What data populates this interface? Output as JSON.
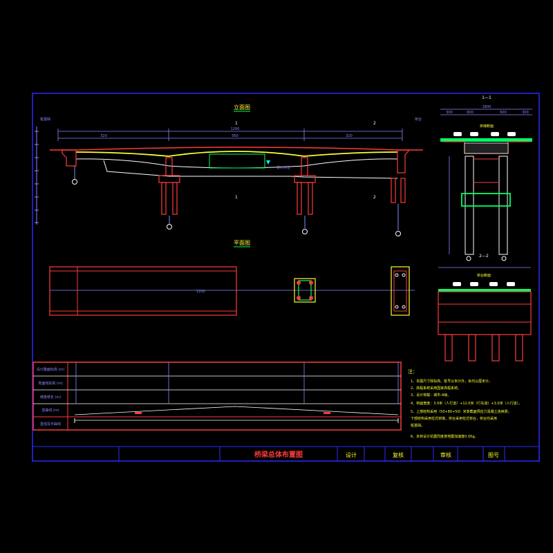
{
  "drawing": {
    "title": "桥梁总体布置图",
    "views": {
      "elevation": "立面图",
      "plan": "平面图",
      "section_1": "1—1",
      "section_2": "2—2",
      "section_1_label": "桥墩断面",
      "section_2_label": "桥台断面"
    },
    "labels": {
      "left_end": "桩基础",
      "right_end": "桥台",
      "waterline": "设计水位",
      "total_length": "1200",
      "span_left": "320",
      "span_mid": "560",
      "span_right": "320",
      "cut_1": "1",
      "cut_2": "2",
      "width_total": "1800",
      "width_a": "300",
      "width_b": "600",
      "width_c": "600",
      "width_d": "300",
      "plan_width": "1200"
    },
    "profile_rows": [
      "设计路面标高 (m)",
      "地面线标高 (m)",
      "坡度坡长 (m)",
      "竖曲线 (m)",
      "直线及平曲线"
    ],
    "notes_title": "注：",
    "notes": [
      "1、本图尺寸除标高、桩号以米计外，余均以厘米计。",
      "2、高程系统采用国家高程系统。",
      "3、设计荷载：城市-A级。",
      "4、桥面宽度：3.0米（人行道）+12.0米（行车道）+3.0米（人行道）。",
      "5、上部结构采用（50+80+50）米变截面预应力混凝土连续梁，",
      "   下部结构采用柱式桥墩，桥台采用柱式桥台，桥台均采用",
      "   桩基础。",
      "6、本桥设计抗震烈度按地震加速度0.05g。"
    ],
    "title_block": {
      "design": "设计",
      "review": "复核",
      "approve": "审核",
      "drawing_no": "图号"
    }
  }
}
